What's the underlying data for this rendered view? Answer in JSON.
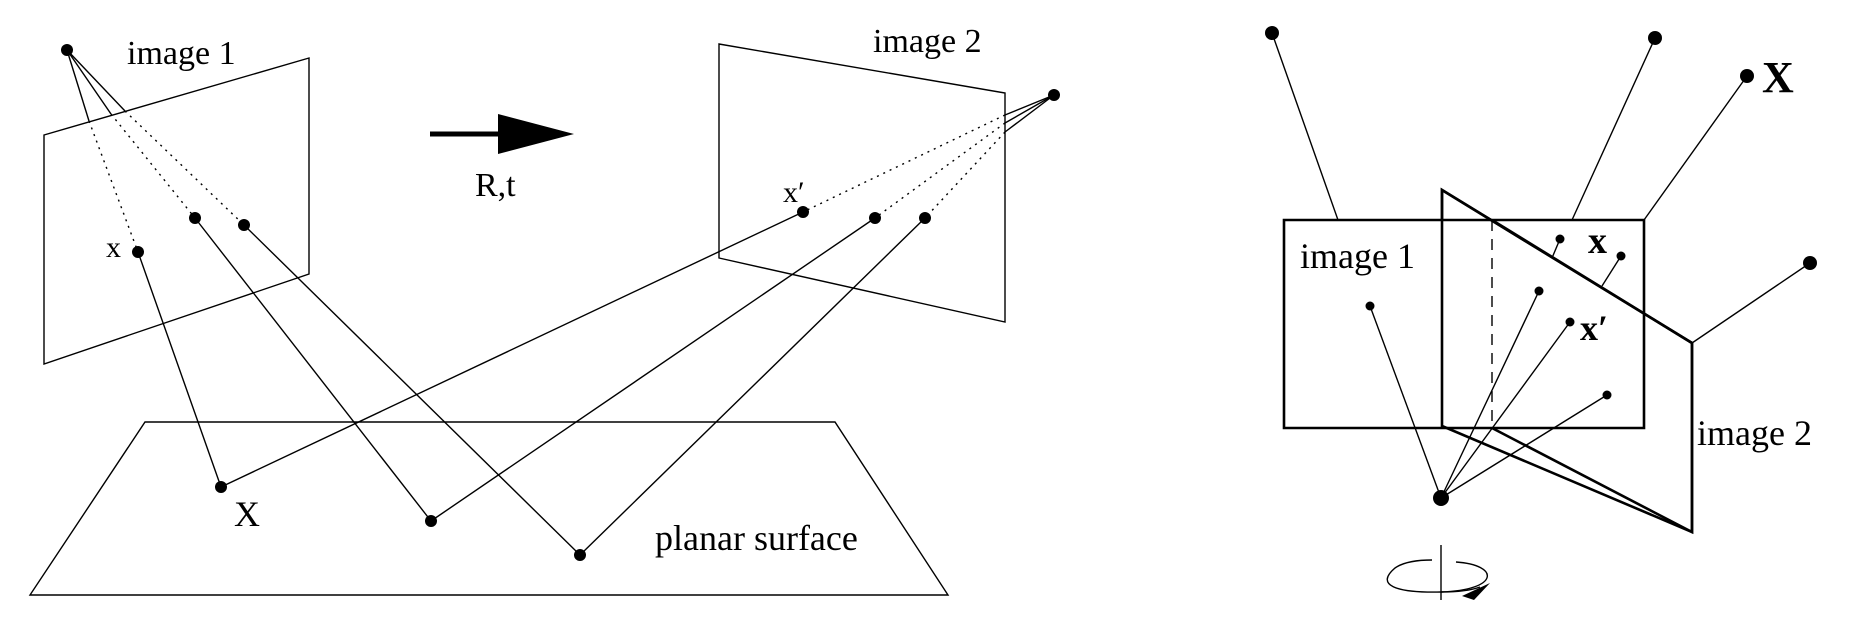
{
  "left_diagram": {
    "image1_label": "image 1",
    "image2_label": "image 2",
    "motion_label": "R,t",
    "point_x_label": "x",
    "point_xprime_label": "x′",
    "world_point_label": "X",
    "surface_label": "planar surface"
  },
  "right_diagram": {
    "image1_label": "image 1",
    "image2_label": "image 2",
    "world_point_label": "X",
    "point_x_label": "x",
    "point_xprime_label": "x′"
  }
}
